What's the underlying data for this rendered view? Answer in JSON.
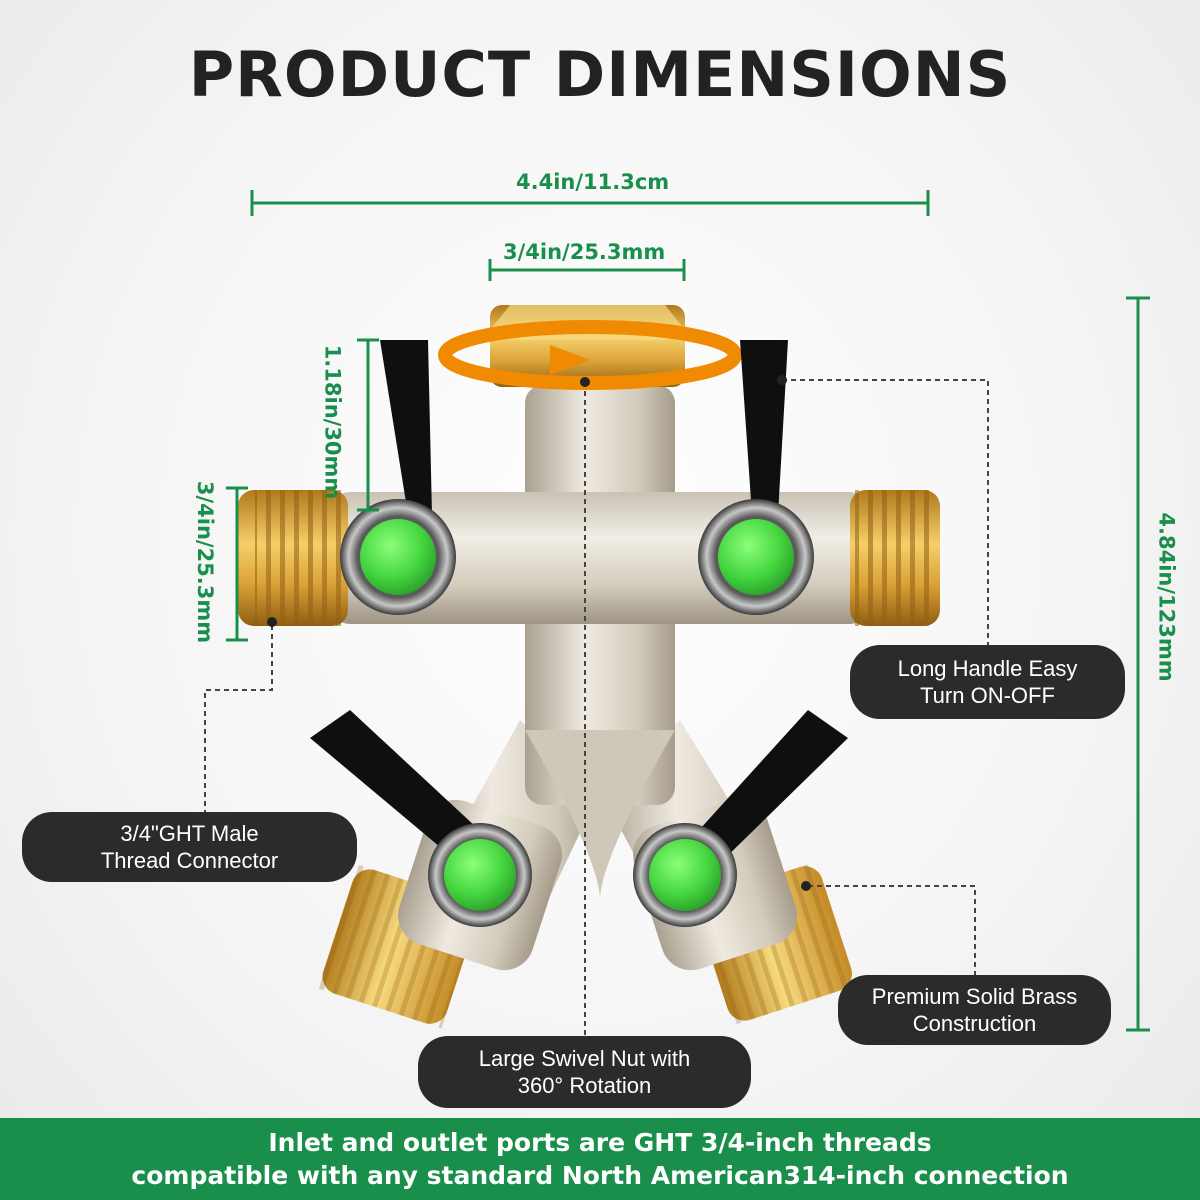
{
  "title": "PRODUCT DIMENSIONS",
  "dimensions": {
    "width_total": "4.4in/11.3cm",
    "top_nut": "3/4in/25.3mm",
    "handle_length": "1.18in/30mm",
    "thread_diameter": "3/4in/25.3mm",
    "height_total": "4.84in/123mm"
  },
  "callouts": {
    "handle": [
      "Long Handle Easy",
      "Turn ON-OFF"
    ],
    "thread": [
      "3/4\"GHT Male",
      "Thread Connector"
    ],
    "brass": [
      "Premium Solid Brass",
      "Construction"
    ],
    "swivel": [
      "Large Swivel Nut with",
      "360° Rotation"
    ]
  },
  "footer": [
    "Inlet and outlet ports are GHT 3/4-inch threads",
    "compatible with any standard North American314-inch connection"
  ],
  "colors": {
    "accent": "#1a8f4c",
    "valve_knob": "#4fe04a",
    "callout_bg": "#2b2b2b"
  },
  "icons": {
    "rotation": "rotation-arrow-icon"
  }
}
